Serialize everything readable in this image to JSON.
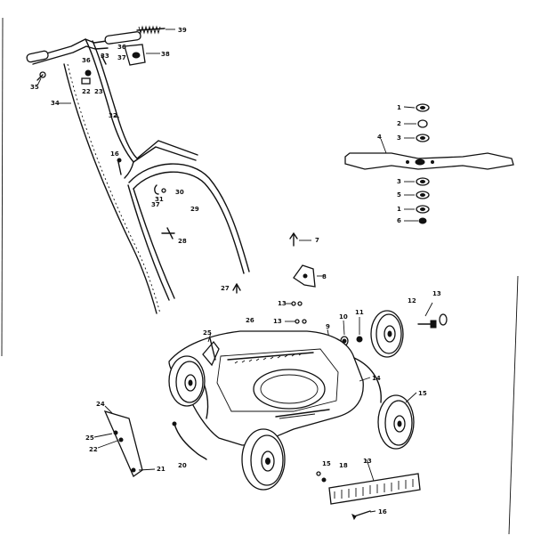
{
  "callouts": [
    {
      "id": "c1",
      "text": "1"
    },
    {
      "id": "c2",
      "text": "2"
    },
    {
      "id": "c3",
      "text": "3"
    },
    {
      "id": "c4",
      "text": "4"
    },
    {
      "id": "c3b",
      "text": "3"
    },
    {
      "id": "c5",
      "text": "5"
    },
    {
      "id": "c1b",
      "text": "1"
    },
    {
      "id": "c6",
      "text": "6"
    },
    {
      "id": "c7",
      "text": "7"
    },
    {
      "id": "c8",
      "text": "8"
    },
    {
      "id": "c9",
      "text": "9"
    },
    {
      "id": "c10",
      "text": "10"
    },
    {
      "id": "c11",
      "text": "11"
    },
    {
      "id": "c12",
      "text": "12"
    },
    {
      "id": "c13",
      "text": "13"
    },
    {
      "id": "c13b",
      "text": "13"
    },
    {
      "id": "c13c",
      "text": "13"
    },
    {
      "id": "c13d",
      "text": "13"
    },
    {
      "id": "c14",
      "text": "14"
    },
    {
      "id": "c15",
      "text": "15"
    },
    {
      "id": "c15b",
      "text": "15"
    },
    {
      "id": "c16",
      "text": "16"
    },
    {
      "id": "c16b",
      "text": "16"
    },
    {
      "id": "c18",
      "text": "18"
    },
    {
      "id": "c20",
      "text": "20"
    },
    {
      "id": "c21",
      "text": "21"
    },
    {
      "id": "c22",
      "text": "22"
    },
    {
      "id": "c22b",
      "text": "22"
    },
    {
      "id": "c23",
      "text": "23"
    },
    {
      "id": "c24",
      "text": "24"
    },
    {
      "id": "c25",
      "text": "25"
    },
    {
      "id": "c25b",
      "text": "25"
    },
    {
      "id": "c26",
      "text": "26"
    },
    {
      "id": "c27",
      "text": "27"
    },
    {
      "id": "c28",
      "text": "28"
    },
    {
      "id": "c29",
      "text": "29"
    },
    {
      "id": "c30",
      "text": "30"
    },
    {
      "id": "c31",
      "text": "31"
    },
    {
      "id": "c32",
      "text": "32"
    },
    {
      "id": "c33",
      "text": "33"
    },
    {
      "id": "c34",
      "text": "34"
    },
    {
      "id": "c35",
      "text": "35"
    },
    {
      "id": "c36",
      "text": "36"
    },
    {
      "id": "c36b",
      "text": "36"
    },
    {
      "id": "c37",
      "text": "37"
    },
    {
      "id": "c37b",
      "text": "37"
    },
    {
      "id": "c38",
      "text": "38"
    },
    {
      "id": "c39",
      "text": "39"
    }
  ]
}
